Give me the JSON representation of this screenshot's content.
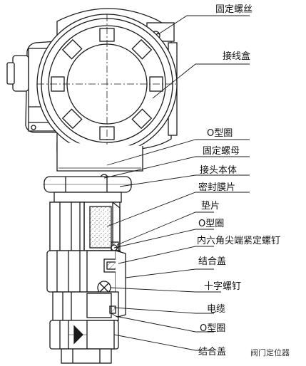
{
  "labels": {
    "fixing_screw": "固定螺丝",
    "junction_box": "接线盒",
    "o_ring_1": "O型圈",
    "fixing_nut": "固定螺母",
    "connector_body": "接头本体",
    "seal_diaphragm": "密封膜片",
    "gasket": "垫片",
    "o_ring_2": "O型圈",
    "hex_set_screw": "内六角尖端紧定螺钉",
    "joint_cap_1": "结合盖",
    "cross_screw": "十字螺钉",
    "cable": "电缆",
    "o_ring_3": "O型圈",
    "joint_cap_2": "结合盖"
  },
  "watermark": "阀门定位器",
  "colors": {
    "line": "#1a1a1a",
    "hatch": "#555555",
    "background": "#ffffff"
  }
}
